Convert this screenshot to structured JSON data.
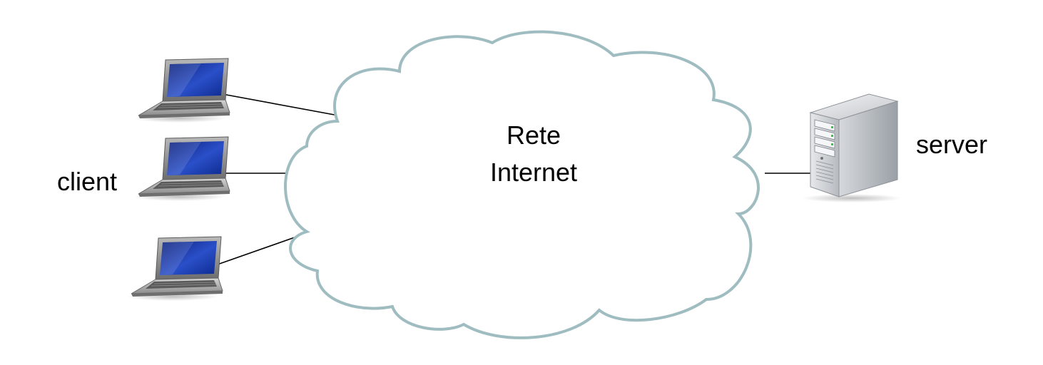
{
  "cloud": {
    "line1": "Rete",
    "line2": "Internet",
    "stroke_color": "#9fbcc0",
    "fill_color": "#ffffff"
  },
  "client_label": "client",
  "server_label": "server",
  "clients": [
    {
      "icon": "laptop-icon"
    },
    {
      "icon": "laptop-icon"
    },
    {
      "icon": "laptop-icon"
    }
  ],
  "server": {
    "icon": "server-tower-icon"
  },
  "colors": {
    "connection_line": "#000000",
    "laptop_screen": "#1f3fa8",
    "laptop_body": "#8a8a8a",
    "server_body": "#c9ccd0"
  }
}
